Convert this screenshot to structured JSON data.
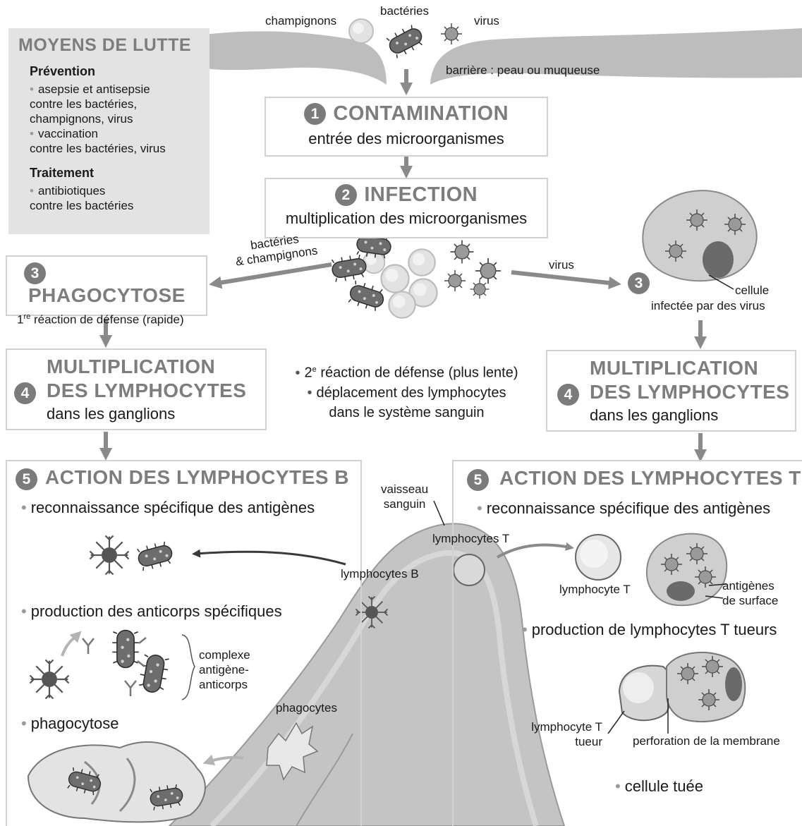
{
  "microbes_top": {
    "fungi": "champignons",
    "bacteria": "bactéries",
    "virus": "virus"
  },
  "barrier_label": "barrière : peau ou muqueuse",
  "left_panel": {
    "title": "MOYENS DE LUTTE",
    "prevention": {
      "heading": "Prévention",
      "items": [
        {
          "name": "asepsie et antisepsie",
          "target": "contre les bactéries, champignons, virus"
        },
        {
          "name": "vaccination",
          "target": "contre les bactéries, virus"
        }
      ]
    },
    "treatment": {
      "heading": "Traitement",
      "items": [
        {
          "name": "antibiotiques",
          "target": "contre les bactéries"
        }
      ]
    }
  },
  "steps": {
    "contamination": {
      "number": "1",
      "title": "CONTAMINATION",
      "desc": "entrée des microorganismes"
    },
    "infection": {
      "number": "2",
      "title": "INFECTION",
      "desc": "multiplication des microorganismes"
    },
    "phagocytose": {
      "number": "3",
      "title": "PHAGOCYTOSE",
      "desc_ordinal": "1",
      "desc_ordinal_sup": "re",
      "desc_rest": " réaction de défense (rapide)"
    },
    "infected_cell": {
      "number": "3",
      "label_line1": "cellule",
      "label_line2": "infectée par des virus"
    },
    "multiplication_left": {
      "number": "4",
      "line1": "MULTIPLICATION",
      "line2": "DES LYMPHOCYTES",
      "line3": "dans les ganglions"
    },
    "multiplication_right": {
      "number": "4",
      "line1": "MULTIPLICATION",
      "line2": "DES LYMPHOCYTES",
      "line3": "dans les ganglions"
    },
    "action_b": {
      "number": "5",
      "title": "ACTION DES LYMPHOCYTES B",
      "bullet1": "reconnaissance spécifique des antigènes",
      "bullet2": "production des anticorps spécifiques",
      "complex_label": [
        "complexe",
        "antigène-",
        "anticorps"
      ],
      "bullet3": "phagocytose"
    },
    "action_t": {
      "number": "5",
      "title": "ACTION DES LYMPHOCYTES T",
      "bullet1": "reconnaissance spécifique des antigènes",
      "lymphocyte_t": "lymphocyte T",
      "surface_antigens": [
        "antigènes",
        "de surface"
      ],
      "bullet2": "production de lymphocytes T tueurs",
      "killer_label": [
        "lymphocyte T",
        "tueur"
      ],
      "membrane_label": "perforation de la membrane",
      "bullet3": "cellule tuée"
    }
  },
  "arrow_labels": {
    "left": [
      "bactéries",
      "& champignons"
    ],
    "right": "virus"
  },
  "center_note": {
    "line1_ordinal": "2",
    "line1_sup": "e",
    "line1_rest": " réaction de défense (plus lente)",
    "line2": "déplacement des lymphocytes",
    "line3": "dans le système sanguin"
  },
  "vessel_labels": {
    "vessel": [
      "vaisseau",
      "sanguin"
    ],
    "lymphocytes_t": "lymphocytes T",
    "lymphocytes_b": "lymphocytes B",
    "phagocytes": "phagocytes"
  },
  "colors": {
    "title_gray": "#7d7d7d",
    "panel_gray": "#e3e3e3",
    "badge_gray": "#7b7b7b",
    "arrow_gray": "#8a8a8a"
  }
}
